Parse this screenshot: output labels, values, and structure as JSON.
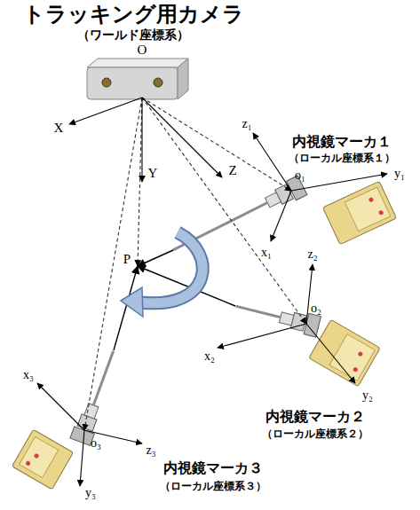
{
  "diagram": {
    "labels": [
      "トラッキング用カメラ",
      "（ワールド座標系）",
      "O",
      "X",
      "Y",
      "Z",
      "z₁",
      "o₁",
      "y₁",
      "x₁",
      "内視鏡マーカ１",
      "（ローカル座標系１）",
      "P",
      "z₂",
      "o₂",
      "x₂",
      "y₂",
      "内視鏡マーカ２",
      "（ローカル座標系２）",
      "x₃",
      "o₃",
      "z₃",
      "y₃",
      "内視鏡マーカ３",
      "（ローカル座標系３）"
    ]
  }
}
